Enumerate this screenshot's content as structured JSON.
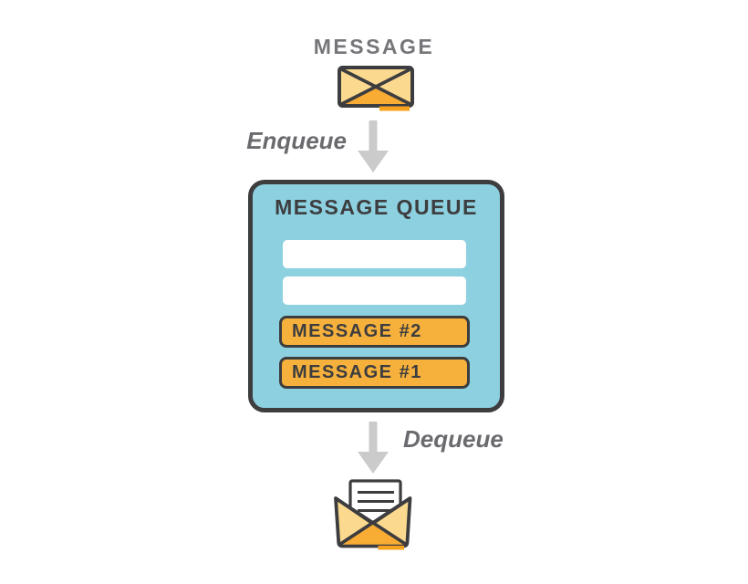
{
  "diagram": {
    "heading": "MESSAGE",
    "enqueue_label": "Enqueue",
    "dequeue_label": "Dequeue",
    "queue": {
      "title": "MESSAGE QUEUE",
      "slots": [
        {
          "state": "empty",
          "label": ""
        },
        {
          "state": "empty",
          "label": ""
        },
        {
          "state": "filled",
          "label": "MESSAGE #2"
        },
        {
          "state": "filled",
          "label": "MESSAGE #1"
        }
      ]
    },
    "icons": {
      "incoming_message": "closed-envelope-icon",
      "outgoing_message": "open-envelope-with-letter-icon",
      "enqueue": "arrow-down-icon",
      "dequeue": "arrow-down-icon"
    },
    "colors": {
      "background": "#FFFFFF",
      "queue_fill": "#8DD1E1",
      "slot_filled_fill": "#F6B13C",
      "slot_empty_fill": "#FFFFFF",
      "outline_dark": "#3D3D3F",
      "heading_gray": "#76767A",
      "flow_label_gray": "#6B6B6F",
      "arrow_gray": "#CBCBCB",
      "envelope_light": "#FBD98F",
      "envelope_shade": "#F8AC33",
      "envelope_accent": "#F7A21E"
    }
  }
}
